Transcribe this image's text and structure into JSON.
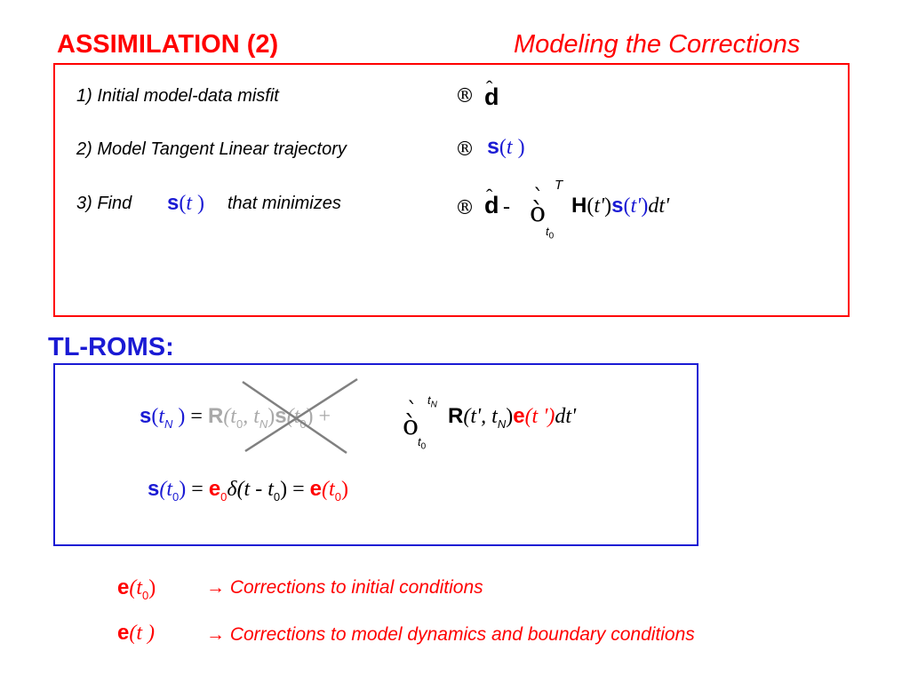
{
  "header": {
    "title": "ASSIMILATION (2)",
    "subtitle": "Modeling the Corrections"
  },
  "steps": [
    {
      "label": "1) Initial model-data misfit"
    },
    {
      "label": "2) Model Tangent Linear trajectory"
    },
    {
      "label_pre": "3)  Find",
      "label_post": "that minimizes"
    }
  ],
  "symbols": {
    "arrow": "®",
    "d": "d",
    "hat": "ˆ",
    "s": "s",
    "t": "t",
    "T": "T",
    "t0": "t",
    "zero": "0",
    "H": "H",
    "tprime": "t'",
    "dtprime": "dt'",
    "minus": "-",
    "integral": "ò",
    "grave": "`"
  },
  "tl_roms": {
    "heading": "TL-ROMS:",
    "eq1": {
      "lhs_s": "s",
      "lhs_t": "t",
      "lhs_sub": "N",
      "eq": "=",
      "R_gray": "R",
      "gray_args": "(t",
      "gray_sub0": "0",
      "gray_comma_t": ", t",
      "gray_subN": "N",
      "gray_close": ")",
      "gray_s": "s",
      "gray_t0": "(t",
      "gray_t0_sub": "0",
      "gray_close2": ")",
      "plus": "+",
      "upper_t": "t",
      "upper_sub": "N",
      "lower_t": "t",
      "lower_sub": "0",
      "R": "R",
      "r_args": "(t', t",
      "r_sub": "N",
      "r_close": ")",
      "e": "e",
      "e_args": "(t ')",
      "dt": "dt'"
    },
    "eq2": {
      "s": "s",
      "t0": "(t",
      "t0_sub": "0",
      "close": ")",
      "eq": "=",
      "e0": "e",
      "e0_sub": "0",
      "delta": "δ(t -  t",
      "delta_sub": "0",
      "delta_close": ")",
      "eq2": "=",
      "e": "e",
      "e_t0": "(t",
      "e_t0_sub": "0",
      "e_close": ")"
    }
  },
  "notes": [
    {
      "sym_e": "e",
      "sym_args": "(t",
      "sym_sub": "0",
      "sym_close": ")",
      "text": "→ Corrections to initial conditions"
    },
    {
      "sym_e": "e",
      "sym_args": "(t )",
      "text": "→ Corrections to model dynamics and boundary conditions"
    }
  ],
  "colors": {
    "red": "#ff0000",
    "blue": "#1a1ad4",
    "gray": "#a9a9a9",
    "cross": "#808080"
  }
}
